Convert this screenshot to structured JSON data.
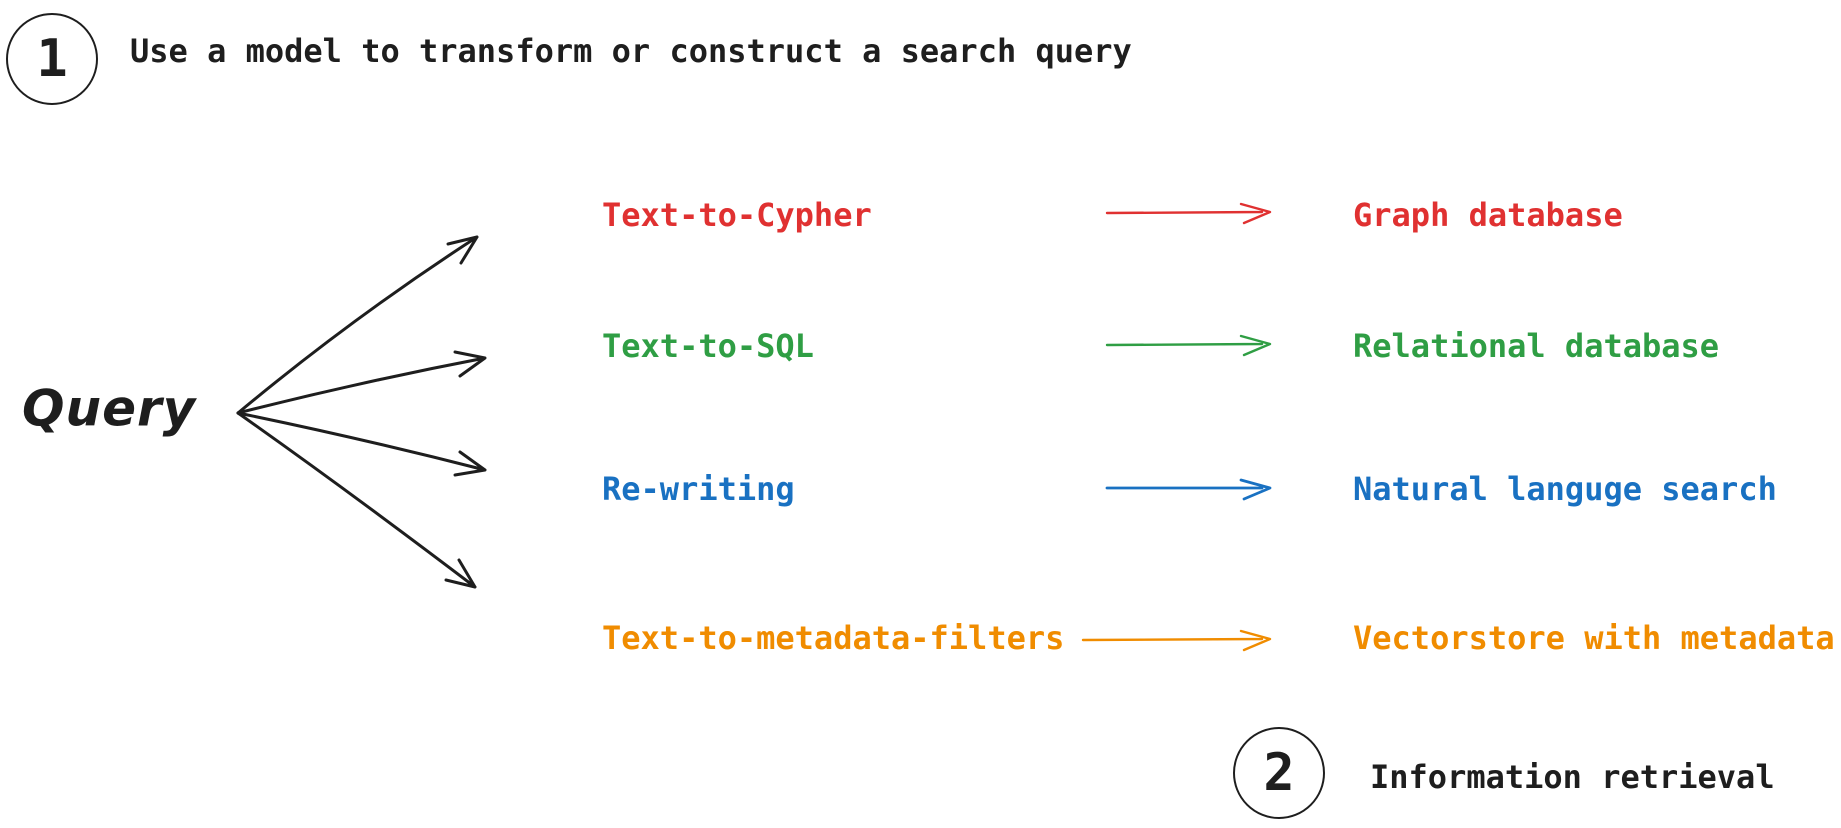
{
  "step1": {
    "number": "1",
    "label": "Use a model to transform or construct a search query"
  },
  "query": {
    "label": "Query"
  },
  "rows": [
    {
      "method": "Text-to-Cypher",
      "target": "Graph database",
      "color": "#e03131"
    },
    {
      "method": "Text-to-SQL",
      "target": "Relational database",
      "color": "#2f9e44"
    },
    {
      "method": "Re-writing",
      "target": "Natural languge search",
      "color": "#1971c2"
    },
    {
      "method": "Text-to-metadata-filters",
      "target": "Vectorstore with metadata",
      "color": "#f08c00"
    }
  ],
  "step2": {
    "number": "2",
    "label": "Information retrieval"
  },
  "colors": {
    "ink": "#1e1e1e"
  }
}
